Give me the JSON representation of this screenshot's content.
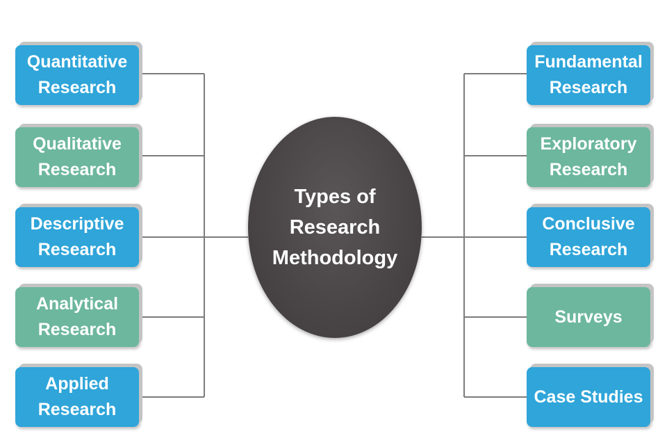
{
  "center": {
    "label": "Types of\nResearch\nMethodology"
  },
  "left_types": [
    {
      "label": "Quantitative\nResearch",
      "color": "#2fa5d9"
    },
    {
      "label": "Qualitative\nResearch",
      "color": "#6cb79e"
    },
    {
      "label": "Descriptive\nResearch",
      "color": "#2fa5d9"
    },
    {
      "label": "Analytical\nResearch",
      "color": "#6cb79e"
    },
    {
      "label": "Applied\nResearch",
      "color": "#2fa5d9"
    }
  ],
  "right_types": [
    {
      "label": "Fundamental\nResearch",
      "color": "#2fa5d9"
    },
    {
      "label": "Exploratory\nResearch",
      "color": "#6cb79e"
    },
    {
      "label": "Conclusive\nResearch",
      "color": "#2fa5d9"
    },
    {
      "label": "Surveys",
      "color": "#6cb79e"
    },
    {
      "label": "Case Studies",
      "color": "#2fa5d9"
    }
  ],
  "colors": {
    "blue": "#2fa5d9",
    "green": "#6cb79e",
    "center": "#4a4546",
    "connector": "#7b7b7b"
  }
}
